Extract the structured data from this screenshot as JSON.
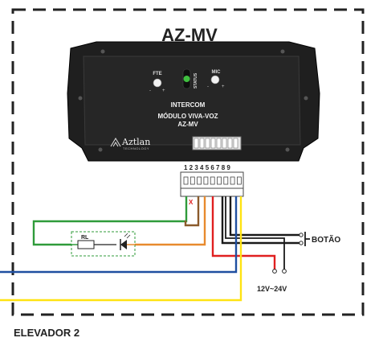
{
  "title": "AZ-MV",
  "module": {
    "fte_label": "FTE",
    "mic_label": "MIC",
    "status_label": "STATUS",
    "minus_sign": "-",
    "plus_sign": "+",
    "line1": "INTERCOM",
    "line2": "MÓDULO VIVA-VOZ",
    "line3": "AZ-MV",
    "brand": "Aztlan",
    "brand_sub": "TECHNOLOGY",
    "dip_count": 8
  },
  "connector": {
    "pins": "1 2 3 4 5 6 7 8 9",
    "x_mark": "X"
  },
  "relay_label": "RL",
  "button_label": "BOTÃO",
  "supply_label": "12V~24V",
  "footer_label": "ELEVADOR 2",
  "colors": {
    "green": "#2f9b3a",
    "brown": "#8b5a2b",
    "orange": "#e88a2e",
    "red": "#e02020",
    "blue": "#1f4fa0",
    "yellow": "#ffe313",
    "black": "#1a1a1a",
    "gray": "#9a9a9a",
    "module_body": "#1f1f1f",
    "status_led": "#3fbf3f"
  }
}
